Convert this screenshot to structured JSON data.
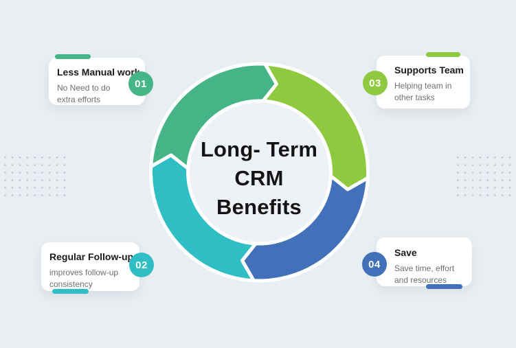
{
  "page": {
    "bg_color": "#e9eef2",
    "dot_color": "#b7c9dd"
  },
  "diagram": {
    "center_title_lines": [
      "Long- Term",
      "CRM",
      "Benefits"
    ],
    "inner_circle_color": "#eef2f6",
    "segments": [
      {
        "name": "top-left-arc",
        "color": "#45b588"
      },
      {
        "name": "top-right-arc",
        "color": "#8fc93f"
      },
      {
        "name": "bottom-right-arc",
        "color": "#4271ba"
      },
      {
        "name": "bottom-left-arc",
        "color": "#2fbec3"
      }
    ]
  },
  "cards": [
    {
      "number": "01",
      "title": "Less Manual work",
      "description": "No Need to do extra efforts",
      "accent": "#45b588",
      "position": "top-left"
    },
    {
      "number": "02",
      "title": "Regular Follow-ups",
      "description": "improves follow-up consistency",
      "accent": "#2fbec3",
      "position": "bottom-left"
    },
    {
      "number": "03",
      "title": "Supports Team",
      "description": "Helping team in other tasks",
      "accent": "#8fc93f",
      "position": "top-right"
    },
    {
      "number": "04",
      "title": "Save",
      "description": "Save time, effort and resources",
      "accent": "#4271ba",
      "position": "bottom-right"
    }
  ]
}
